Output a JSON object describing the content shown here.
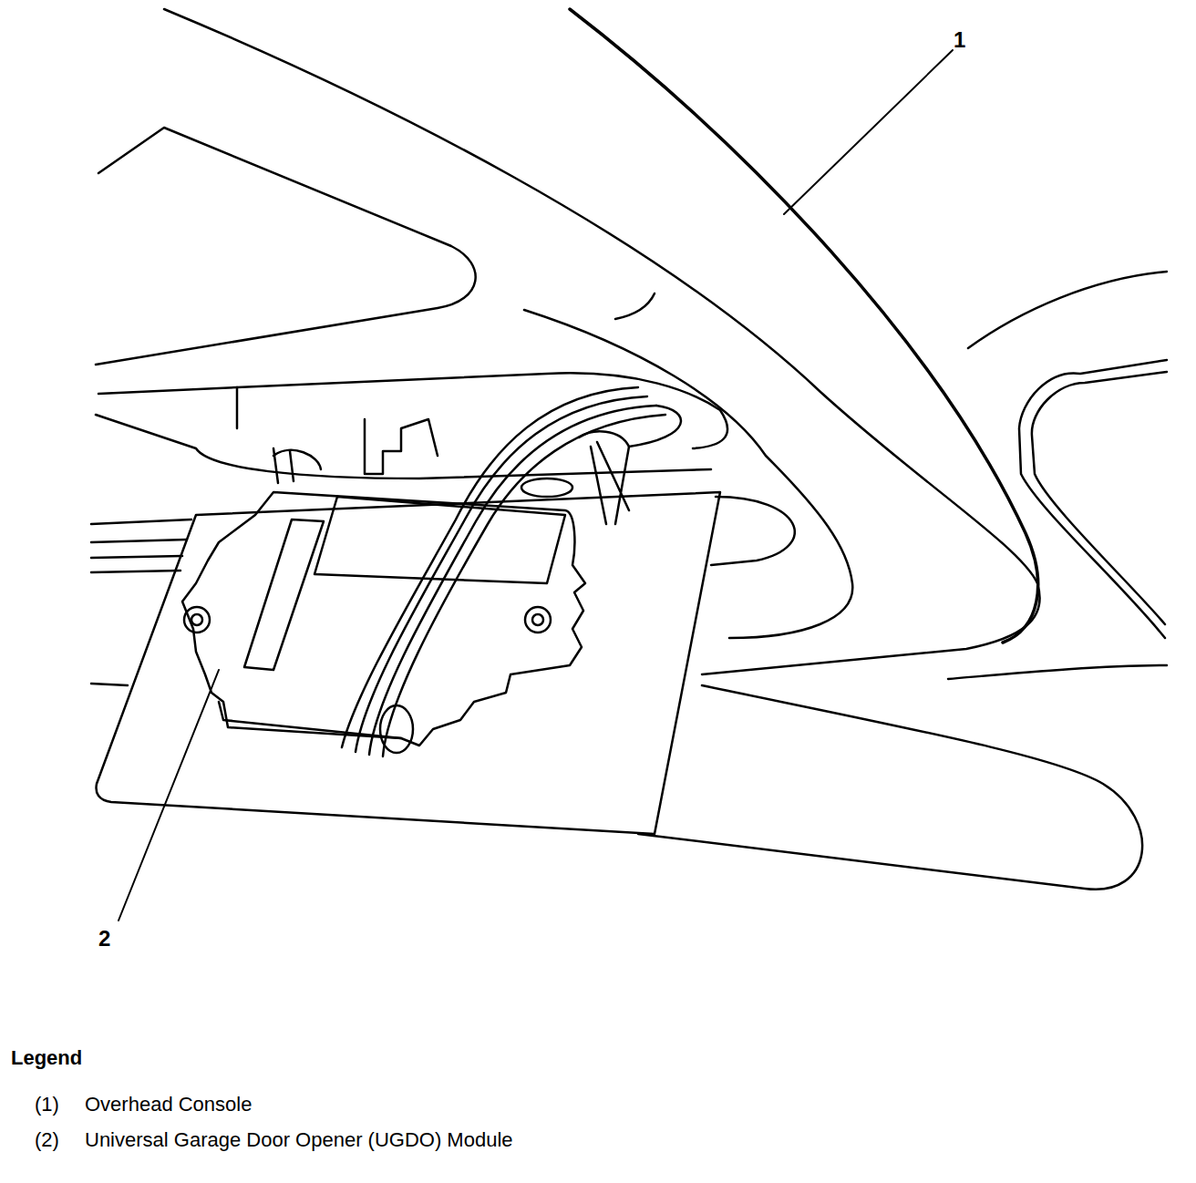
{
  "diagram": {
    "labels": [
      "1",
      "2",
      "Legend",
      "(1)",
      "(2)"
    ],
    "legend": [
      {
        "text": "Overhead Console"
      },
      {
        "text": "Universal Garage Door Opener (UGDO) Module"
      }
    ]
  }
}
